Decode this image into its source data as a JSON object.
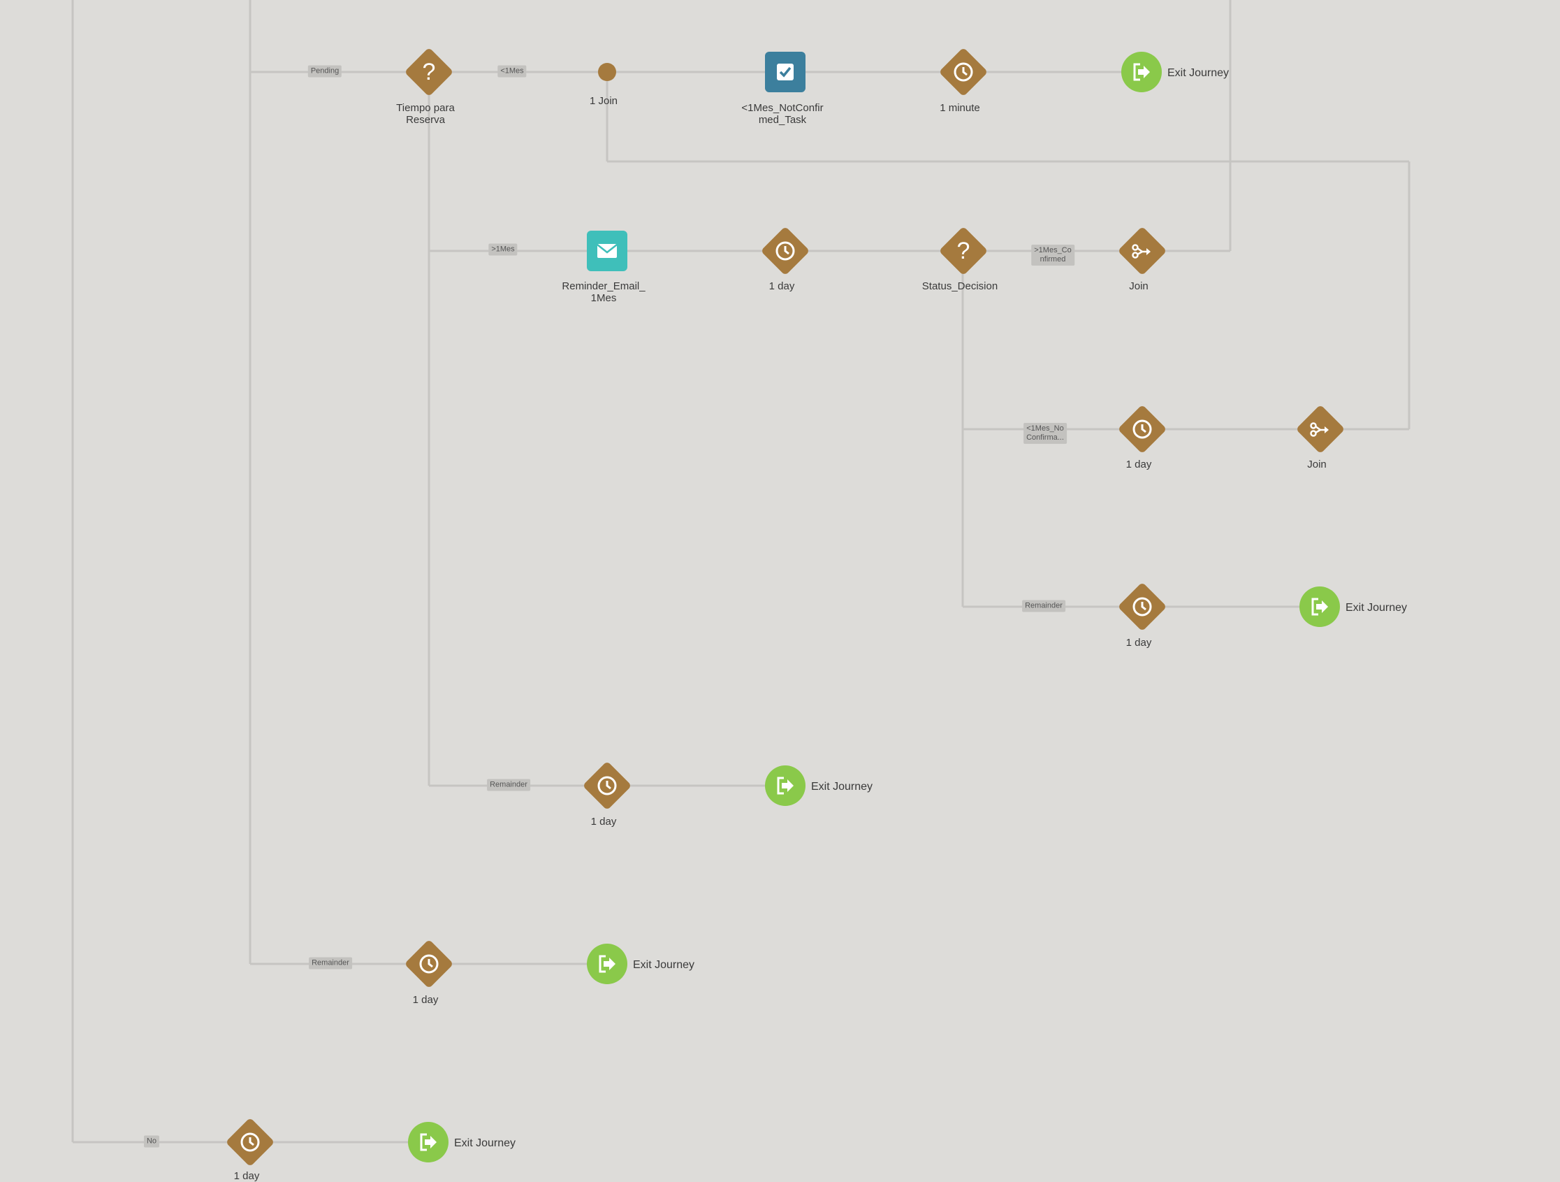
{
  "colors": {
    "background": "#dddcd9",
    "connector": "#c6c5c2",
    "activity_node": "#a57a3e",
    "exit_node": "#8ac94a",
    "task_node": "#3c7f9d",
    "email_node": "#3fbfba",
    "chip": "#c3c2bf"
  },
  "labels": {
    "pending": "Pending",
    "lt1mes": "<1Mes",
    "gt1mes": ">1Mes",
    "gt1mes_confirmed": ">1Mes_Co\nnfirmed",
    "lt1mes_noconfirma": "<1Mes_No\nConfirma...",
    "remainder": "Remainder",
    "no": "No"
  },
  "nodes": {
    "tiempo_para_reserva": {
      "icon": "question-icon",
      "label": "Tiempo para\nReserva"
    },
    "join_dot": {
      "label": "1 Join"
    },
    "notconfirmed_task": {
      "icon": "checkbox-icon",
      "label": "<1Mes_NotConfir\nmed_Task"
    },
    "wait_1_minute": {
      "icon": "clock-icon",
      "label": "1 minute"
    },
    "exit_top": {
      "icon": "exit-icon",
      "label": "Exit Journey"
    },
    "reminder_email": {
      "icon": "envelope-icon",
      "label": "Reminder_Email_\n1Mes"
    },
    "wait_1day_a": {
      "icon": "clock-icon",
      "label": "1 day"
    },
    "status_decision": {
      "icon": "question-icon",
      "label": "Status_Decision"
    },
    "join_a": {
      "icon": "join-icon",
      "label": "Join"
    },
    "wait_1day_b": {
      "icon": "clock-icon",
      "label": "1 day"
    },
    "join_b": {
      "icon": "join-icon",
      "label": "Join"
    },
    "wait_1day_c": {
      "icon": "clock-icon",
      "label": "1 day"
    },
    "exit_c": {
      "icon": "exit-icon",
      "label": "Exit Journey"
    },
    "wait_1day_d": {
      "icon": "clock-icon",
      "label": "1 day"
    },
    "exit_d": {
      "icon": "exit-icon",
      "label": "Exit Journey"
    },
    "wait_1day_e": {
      "icon": "clock-icon",
      "label": "1 day"
    },
    "exit_e": {
      "icon": "exit-icon",
      "label": "Exit Journey"
    },
    "wait_bottom": {
      "icon": "clock-icon",
      "label": "1 day"
    },
    "exit_bottom": {
      "icon": "exit-icon",
      "label": "Exit Journey"
    }
  }
}
